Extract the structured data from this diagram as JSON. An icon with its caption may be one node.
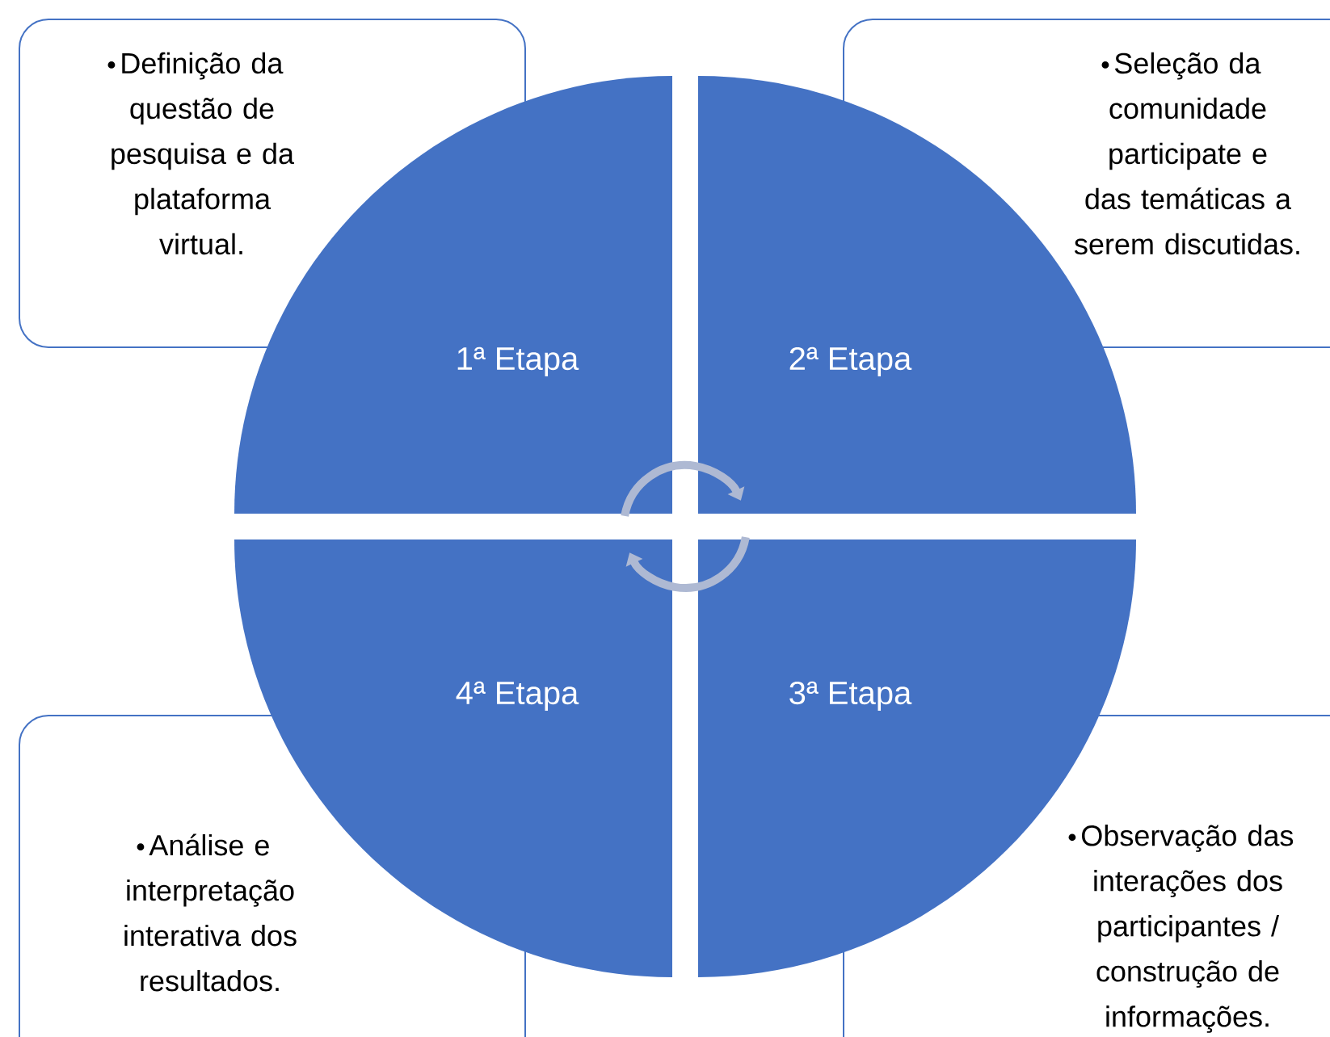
{
  "diagram": {
    "nodes": [
      {
        "text": [
          "Definição da questão de pesquisa e da plataforma virtual."
        ]
      },
      {
        "text": [
          "Seleção da comunidade participate e das temáticas a serem discutidas."
        ]
      },
      {
        "text": [
          "1ª Etapa"
        ]
      },
      {
        "text": [
          "2ª Etapa"
        ]
      },
      {
        "text": [
          "4ª Etapa"
        ]
      },
      {
        "text": [
          "3ª Etapa"
        ]
      },
      {
        "text": [
          "Análise e interpretação interativa dos resultados."
        ]
      },
      {
        "text": [
          "Observação das interações dos participantes / construção de informações."
        ]
      }
    ],
    "edges": [
      {
        "from": 2,
        "to": 3,
        "arrow": "to"
      },
      {
        "from": 5,
        "to": 4,
        "arrow": "to"
      }
    ]
  }
}
